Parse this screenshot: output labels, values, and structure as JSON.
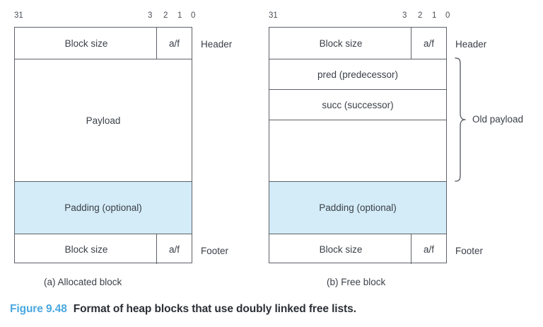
{
  "figure": {
    "number_label": "Figure 9.48",
    "caption_text": "Format of heap blocks that use doubly linked free lists.",
    "number_color": "#4aa8e0",
    "caption_color": "#2b2f36",
    "padding_fill_color": "#d4ecf8",
    "border_color": "#5d6168",
    "background_color": "#ffffff"
  },
  "bit_labels": {
    "msb": "31",
    "b3": "3",
    "b2": "2",
    "b1": "1",
    "b0": "0"
  },
  "diagrams": [
    {
      "id": "allocated-block",
      "subcaption": "(a) Allocated block",
      "cells": [
        {
          "id": "header",
          "size_label": "Block size",
          "flag_label": "a/f",
          "side_label": "Header",
          "filled": false
        },
        {
          "id": "payload",
          "label": "Payload",
          "filled": false
        },
        {
          "id": "padding",
          "label": "Padding (optional)",
          "filled": true
        },
        {
          "id": "footer",
          "size_label": "Block size",
          "flag_label": "a/f",
          "side_label": "Footer",
          "filled": false
        }
      ]
    },
    {
      "id": "free-block",
      "subcaption": "(b) Free block",
      "brace_label": "Old payload",
      "cells": [
        {
          "id": "header",
          "size_label": "Block size",
          "flag_label": "a/f",
          "side_label": "Header",
          "filled": false
        },
        {
          "id": "pred",
          "label": "pred (predecessor)",
          "filled": false
        },
        {
          "id": "succ",
          "label": "succ (successor)",
          "filled": false
        },
        {
          "id": "remainder",
          "label": "",
          "filled": false
        },
        {
          "id": "padding",
          "label": "Padding (optional)",
          "filled": true
        },
        {
          "id": "footer",
          "size_label": "Block size",
          "flag_label": "a/f",
          "side_label": "Footer",
          "filled": false
        }
      ]
    }
  ]
}
